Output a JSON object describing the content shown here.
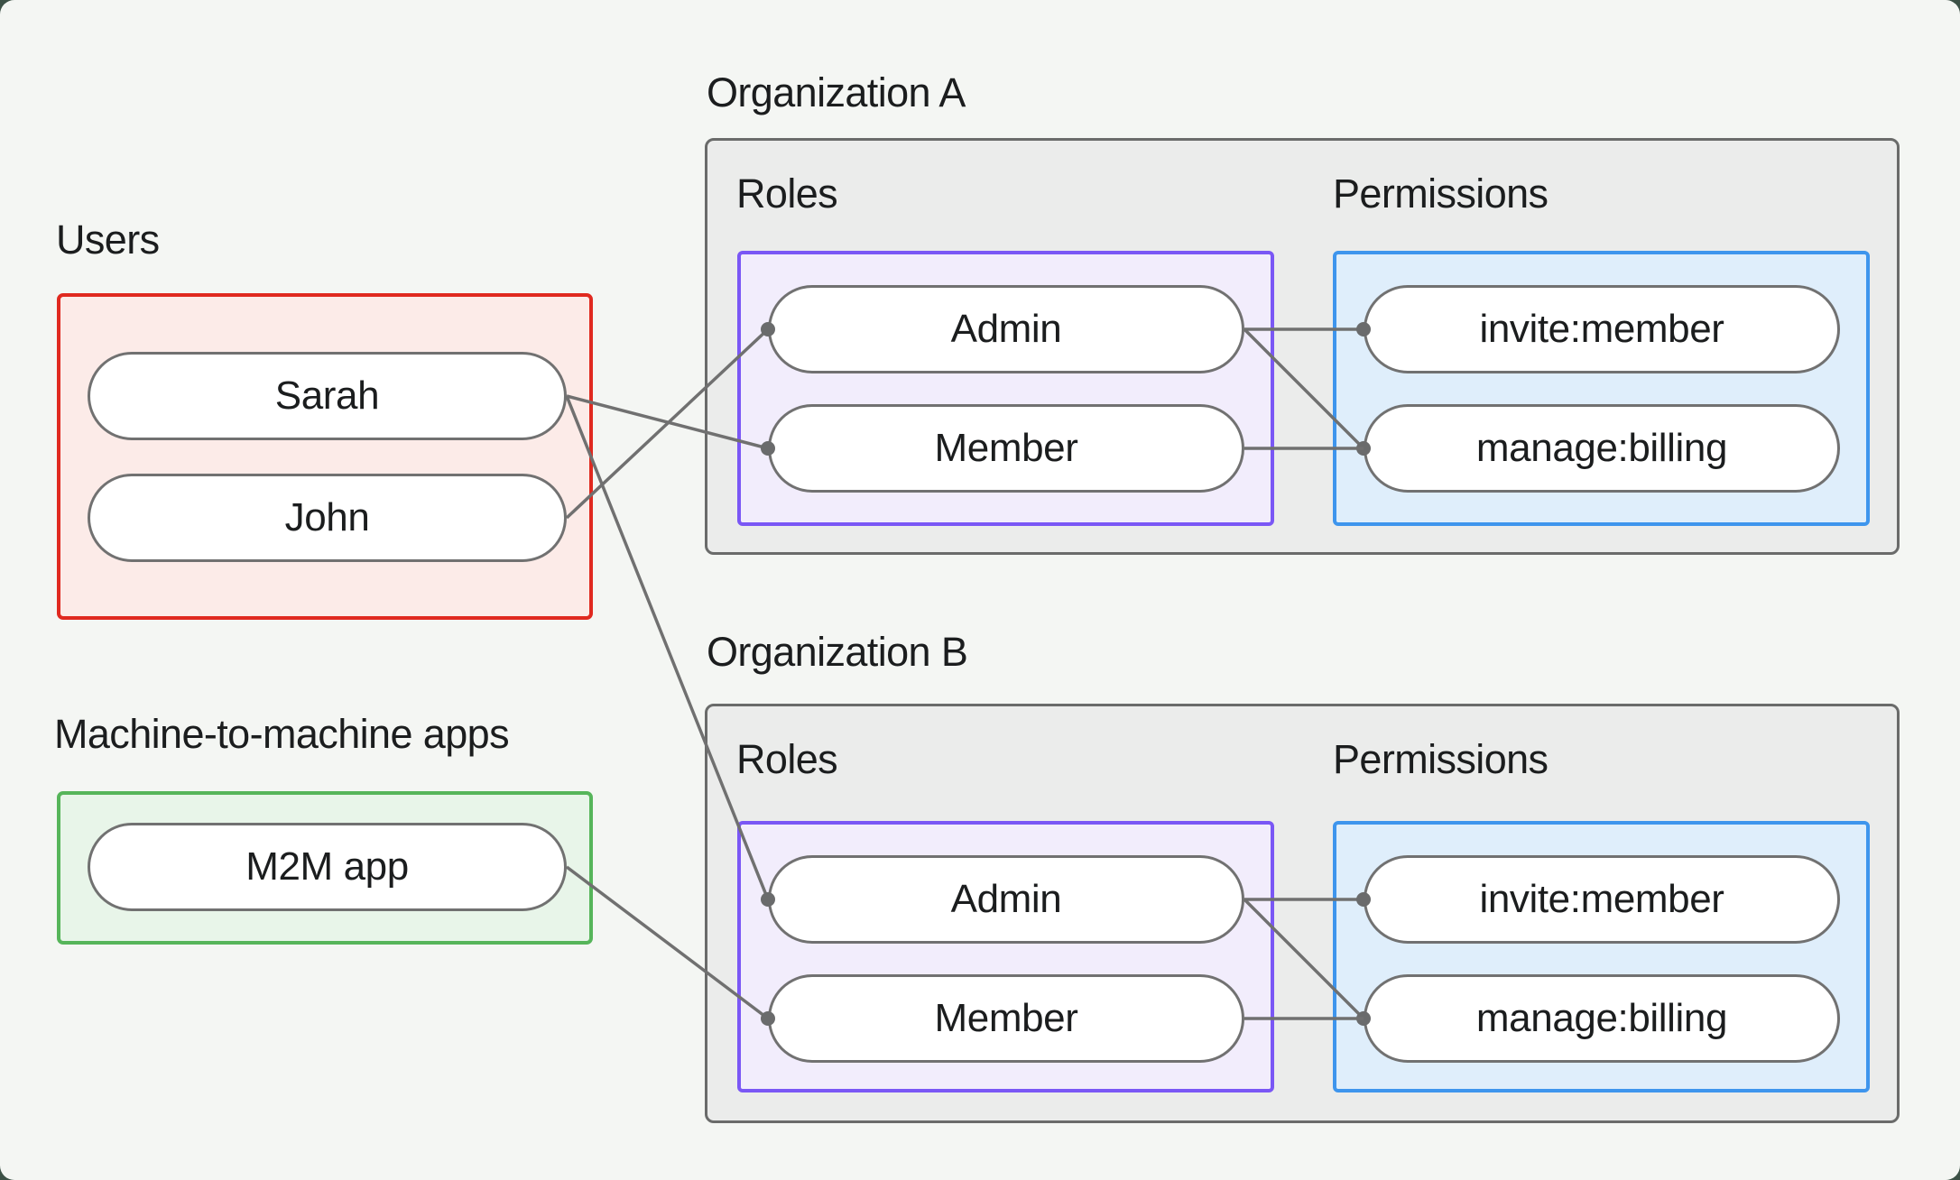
{
  "groups": {
    "users": {
      "label": "Users",
      "items": [
        {
          "id": "sarah",
          "label": "Sarah"
        },
        {
          "id": "john",
          "label": "John"
        }
      ]
    },
    "m2m": {
      "label": "Machine-to-machine apps",
      "items": [
        {
          "id": "m2m",
          "label": "M2M app"
        }
      ]
    }
  },
  "orgs": [
    {
      "title": "Organization A",
      "roles_label": "Roles",
      "permissions_label": "Permissions",
      "roles": [
        {
          "id": "orgA-admin",
          "label": "Admin"
        },
        {
          "id": "orgA-member",
          "label": "Member"
        }
      ],
      "permissions": [
        {
          "id": "orgA-invite",
          "label": "invite:member"
        },
        {
          "id": "orgA-manage",
          "label": "manage:billing"
        }
      ]
    },
    {
      "title": "Organization B",
      "roles_label": "Roles",
      "permissions_label": "Permissions",
      "roles": [
        {
          "id": "orgB-admin",
          "label": "Admin"
        },
        {
          "id": "orgB-member",
          "label": "Member"
        }
      ],
      "permissions": [
        {
          "id": "orgB-invite",
          "label": "invite:member"
        },
        {
          "id": "orgB-manage",
          "label": "manage:billing"
        }
      ]
    }
  ],
  "edges": [
    {
      "from": "sarah",
      "to": "orgA-member"
    },
    {
      "from": "john",
      "to": "orgA-admin"
    },
    {
      "from": "sarah",
      "to": "orgB-admin"
    },
    {
      "from": "m2m",
      "to": "orgB-member"
    },
    {
      "from": "orgA-admin",
      "to": "orgA-invite"
    },
    {
      "from": "orgA-admin",
      "to": "orgA-manage"
    },
    {
      "from": "orgA-member",
      "to": "orgA-manage"
    },
    {
      "from": "orgB-admin",
      "to": "orgB-invite"
    },
    {
      "from": "orgB-admin",
      "to": "orgB-manage"
    },
    {
      "from": "orgB-member",
      "to": "orgB-manage"
    }
  ],
  "colors": {
    "page_bg": "#f4f6f3",
    "outside": "#3c5146",
    "ink": "#1b1d1e",
    "users_border": "#e0291f",
    "users_fill": "#fcebe8",
    "m2m_border": "#56b55a",
    "m2m_fill": "#e8f5e9",
    "org_fill": "#ebeceb",
    "org_border": "#6a6b6a",
    "roles_border": "#7a57f5",
    "roles_fill": "#f2edfc",
    "perms_border": "#3e95ed",
    "perms_fill": "#dfeefb",
    "pill_border": "#717171",
    "wire": "#707070",
    "dot": "#6a6b6c"
  }
}
